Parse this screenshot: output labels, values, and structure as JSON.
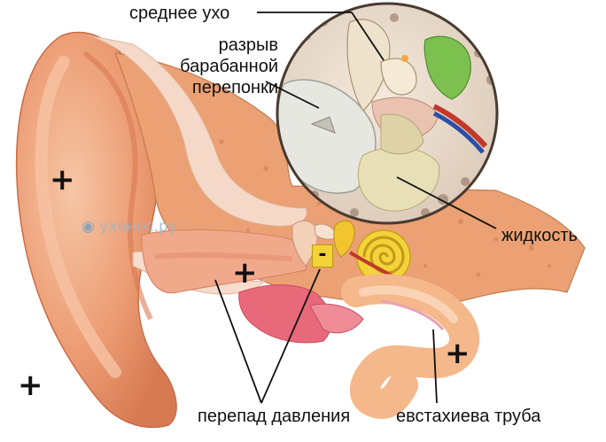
{
  "labels": {
    "middle_ear": "среднее ухо",
    "ruptured_eardrum_line1": "разрыв",
    "ruptured_eardrum_line2": "барабанной",
    "ruptured_eardrum_line3": "перепонки",
    "fluid": "жидкость",
    "pressure_difference": "перепад давления",
    "eustachian_tube": "евстахиева труба"
  },
  "signs": {
    "plus": "+",
    "minus": "-"
  },
  "watermark": "ухонос.ру",
  "colors": {
    "skin": "#e9946a",
    "skin_light": "#f3b893",
    "bone": "#e8a070",
    "cartilage": "#f5d9c8",
    "canal": "#f0a98b",
    "cochlea": "#f4d23a",
    "eardrum_inset": "#d9d9d4",
    "fluid": "#e7dfb6",
    "tube": "#f4b88a",
    "nerve_green": "#7cc04f",
    "vessel_red": "#c0392b",
    "vessel_blue": "#2b4fa8",
    "text": "#111111"
  }
}
